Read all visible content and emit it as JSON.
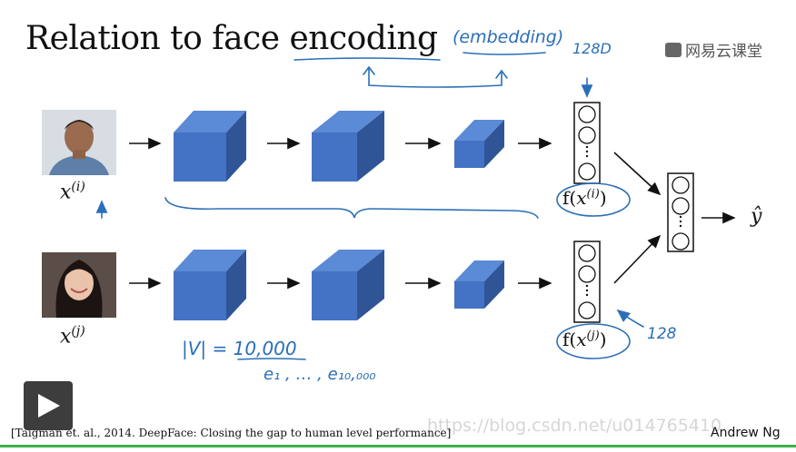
{
  "slide": {
    "title": "Relation to face encoding",
    "logo_text": "网易云课堂",
    "inputs": [
      {
        "label": "x",
        "superscript": "(i)"
      },
      {
        "label": "x",
        "superscript": "(j)"
      }
    ],
    "encodings": [
      {
        "prefix": "f(",
        "var": "x",
        "superscript": "(i)",
        "suffix": ")"
      },
      {
        "prefix": "f(",
        "var": "x",
        "superscript": "(j)",
        "suffix": ")"
      }
    ],
    "output_label": "ŷ",
    "citation": "[Taigman et. al., 2014. DeepFace: Closing the gap to human level performance]",
    "author": "Andrew Ng",
    "watermark": "https://blog.csdn.net/u014765410"
  },
  "annotations": {
    "embedding": "(embedding)",
    "dim_top": "128D",
    "dim_bottom": "128",
    "set_size": "|V| = 10,000",
    "set_elements": "e₁ , … , e₁₀,₀₀₀"
  },
  "colors": {
    "cube_front": "#4472c4",
    "cube_top": "#5b8ad6",
    "cube_side": "#2f5597",
    "ink": "#2a6fb8"
  }
}
